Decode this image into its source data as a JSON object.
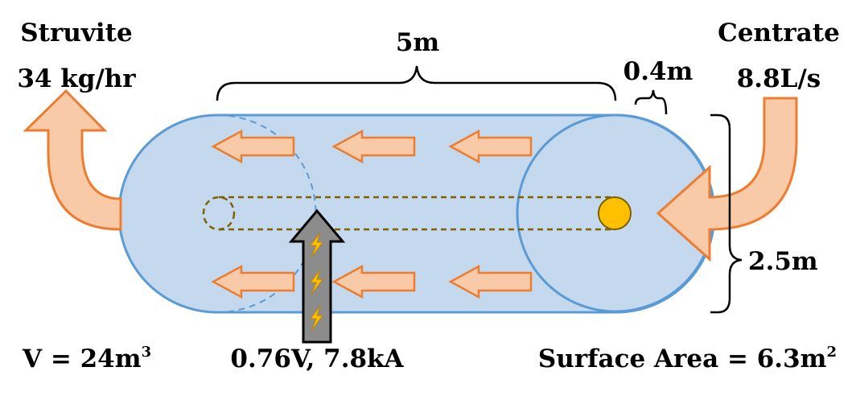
{
  "labels": {
    "struvite_title": "Struvite",
    "struvite_rate": "34 kg/hr",
    "length": "5m",
    "gap": "0.4m",
    "centrate_title": "Centrate",
    "centrate_rate": "8.8L/s",
    "diameter": "2.5m",
    "volume_prefix": "V = 24m",
    "volume_sup": "3",
    "electric": "0.76V, 7.8kA",
    "area_prefix": "Surface Area = 6.3m",
    "area_sup": "2"
  },
  "colors": {
    "tank_fill": "#c5d9ee",
    "tank_stroke": "#5b9bd5",
    "flow_arrow_fill": "#f8caa8",
    "flow_arrow_stroke": "#ed7d31",
    "electrode_stroke": "#7f6000",
    "inlet_dot": "#ffc000",
    "current_arrow_fill": "#8c8c8c",
    "bolt": "#ffc000"
  },
  "icons": [
    "flow-arrow-left",
    "inlet-curved-arrow",
    "outlet-curved-arrow",
    "lightning-bolt-icon",
    "electrode-rod"
  ]
}
